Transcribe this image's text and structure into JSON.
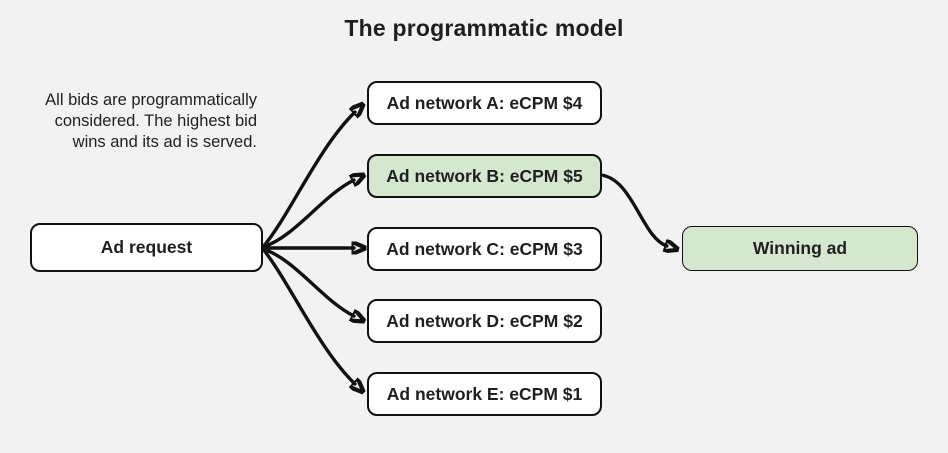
{
  "title": "The programmatic model",
  "note": {
    "lines": [
      "All bids are programmatically",
      "considered. The highest bid",
      "wins and its ad is served."
    ]
  },
  "diagram": {
    "ad_request": {
      "label": "Ad request"
    },
    "networks": [
      {
        "label": "Ad network A: eCPM $4",
        "highlighted": false
      },
      {
        "label": "Ad network B: eCPM $5",
        "highlighted": true
      },
      {
        "label": "Ad network C: eCPM $3",
        "highlighted": false
      },
      {
        "label": "Ad network D: eCPM $2",
        "highlighted": false
      },
      {
        "label": "Ad network E: eCPM $1",
        "highlighted": false
      }
    ],
    "winning_ad": {
      "label": "Winning ad",
      "highlighted": true
    }
  },
  "colors": {
    "background": "#f2f2f2",
    "node_fill": "#ffffff",
    "highlight_fill": "#d6e7d0",
    "node_border": "#111111",
    "text": "#1f1f1f",
    "arrow": "#111111"
  }
}
